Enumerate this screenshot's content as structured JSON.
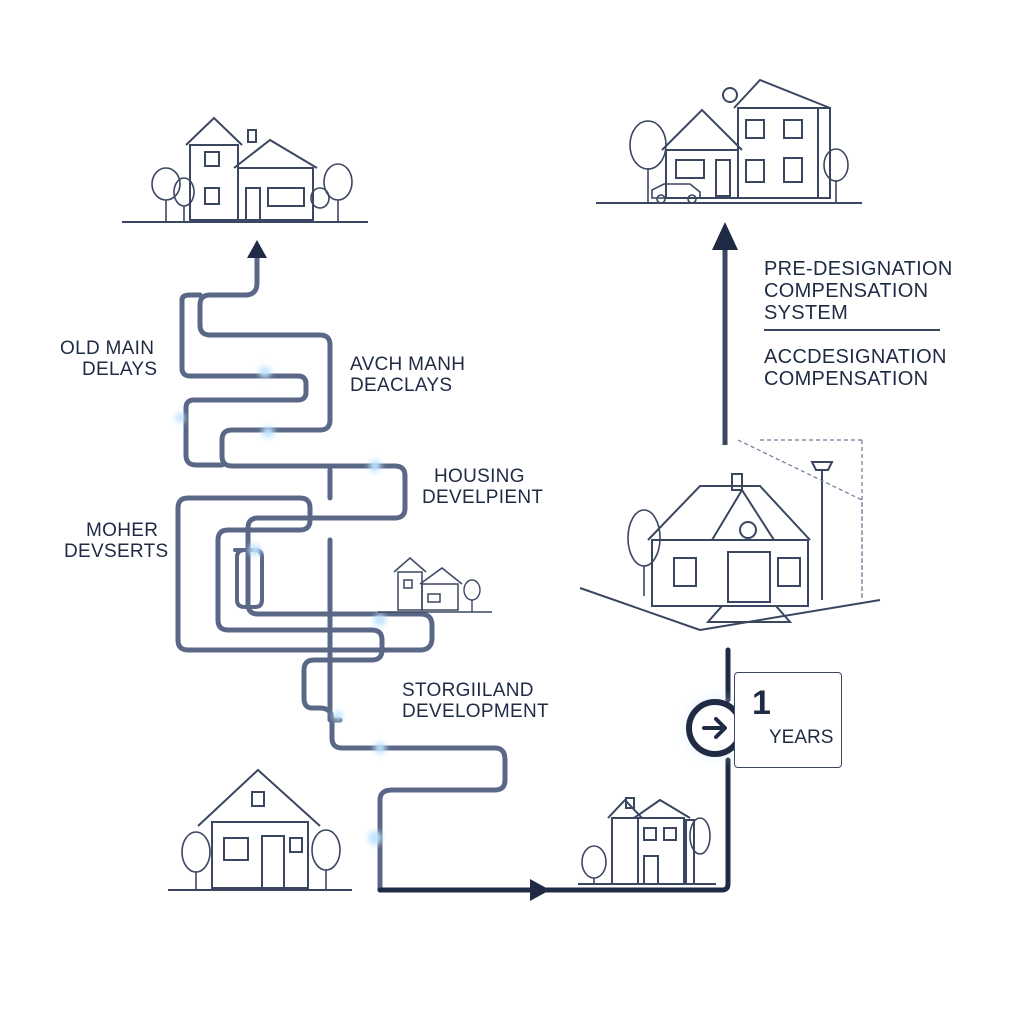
{
  "labels": {
    "old_main_delays": [
      "OLD MAIN",
      "DELAYS"
    ],
    "avch_manh_deaclays": [
      "AVCH MANH",
      "DEACLAYS"
    ],
    "housing_development": [
      "HOUSING",
      "DEVELPIENT"
    ],
    "moher_devserts": [
      "MOHER",
      "DEVSERTS"
    ],
    "storgiiland_development": [
      "STORGIILAND",
      "DEVELOPMENT"
    ]
  },
  "right_panel": {
    "pre_designation": [
      "PRE-DESIGNATION",
      "COMPENSATION",
      "SYSTEM"
    ],
    "acc_designation": [
      "ACCDESIGNATION",
      "COMPENSATION"
    ]
  },
  "timer": {
    "value": "1",
    "unit": "YEARS",
    "icon": "arrow-right-circle-icon"
  },
  "colors": {
    "winding_path": "#5a6787",
    "straight_path": "#1f2a44",
    "glow": "#bfe3ff",
    "house_stroke": "#3b4660"
  },
  "icons": [
    "house-icon",
    "tree-icon",
    "car-icon",
    "street-lamp-icon",
    "arrow-up-icon",
    "arrow-right-icon"
  ]
}
